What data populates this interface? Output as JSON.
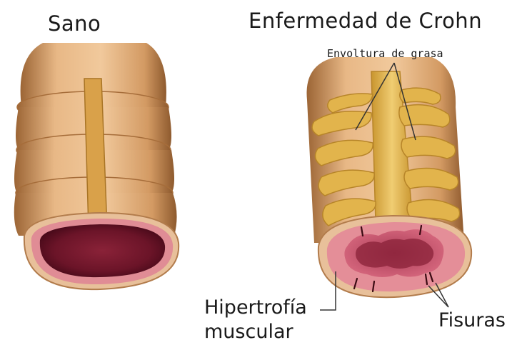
{
  "labels": {
    "healthy_title": "Sano",
    "crohn_title": "Enfermedad de Crohn",
    "fat_wrapping": "Envoltura de grasa",
    "muscle_line1": "Hipertrofía",
    "muscle_line2": "muscular",
    "fissures": "Fisuras"
  },
  "colors": {
    "outer_wall": "#e0ac78",
    "wall_shadow": "#a66d3a",
    "fat": "#e2b44c",
    "fat_light": "#f0cd72",
    "mucosa_ring": "#e28a92",
    "lumen_dark": "#6b1428",
    "leader_line": "#333333"
  }
}
